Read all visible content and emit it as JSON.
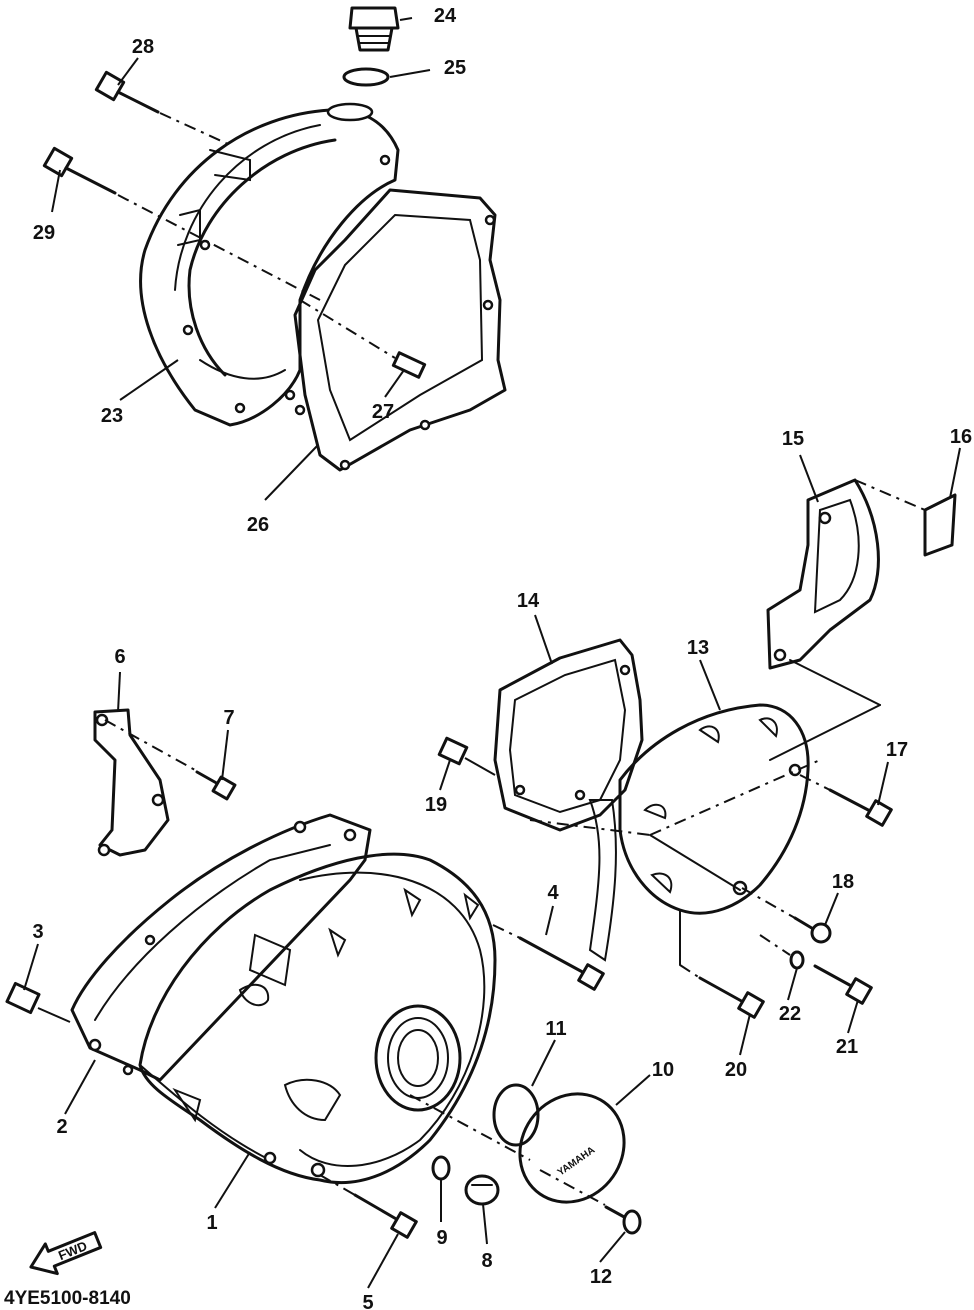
{
  "diagram": {
    "catalog_code": "4YE5100-8140",
    "fwd_label": "FWD",
    "brand_mark": "YAMAHA",
    "callouts": [
      {
        "id": "c1",
        "label": "1"
      },
      {
        "id": "c2",
        "label": "2"
      },
      {
        "id": "c3",
        "label": "3"
      },
      {
        "id": "c4",
        "label": "4"
      },
      {
        "id": "c5",
        "label": "5"
      },
      {
        "id": "c6",
        "label": "6"
      },
      {
        "id": "c7",
        "label": "7"
      },
      {
        "id": "c8",
        "label": "8"
      },
      {
        "id": "c9",
        "label": "9"
      },
      {
        "id": "c10",
        "label": "10"
      },
      {
        "id": "c11",
        "label": "11"
      },
      {
        "id": "c12",
        "label": "12"
      },
      {
        "id": "c13",
        "label": "13"
      },
      {
        "id": "c14",
        "label": "14"
      },
      {
        "id": "c15",
        "label": "15"
      },
      {
        "id": "c16",
        "label": "16"
      },
      {
        "id": "c17",
        "label": "17"
      },
      {
        "id": "c18",
        "label": "18"
      },
      {
        "id": "c19",
        "label": "19"
      },
      {
        "id": "c20",
        "label": "20"
      },
      {
        "id": "c21",
        "label": "21"
      },
      {
        "id": "c22",
        "label": "22"
      },
      {
        "id": "c23",
        "label": "23"
      },
      {
        "id": "c24",
        "label": "24"
      },
      {
        "id": "c25",
        "label": "25"
      },
      {
        "id": "c26",
        "label": "26"
      },
      {
        "id": "c27",
        "label": "27"
      },
      {
        "id": "c28",
        "label": "28"
      },
      {
        "id": "c29",
        "label": "29"
      }
    ]
  }
}
